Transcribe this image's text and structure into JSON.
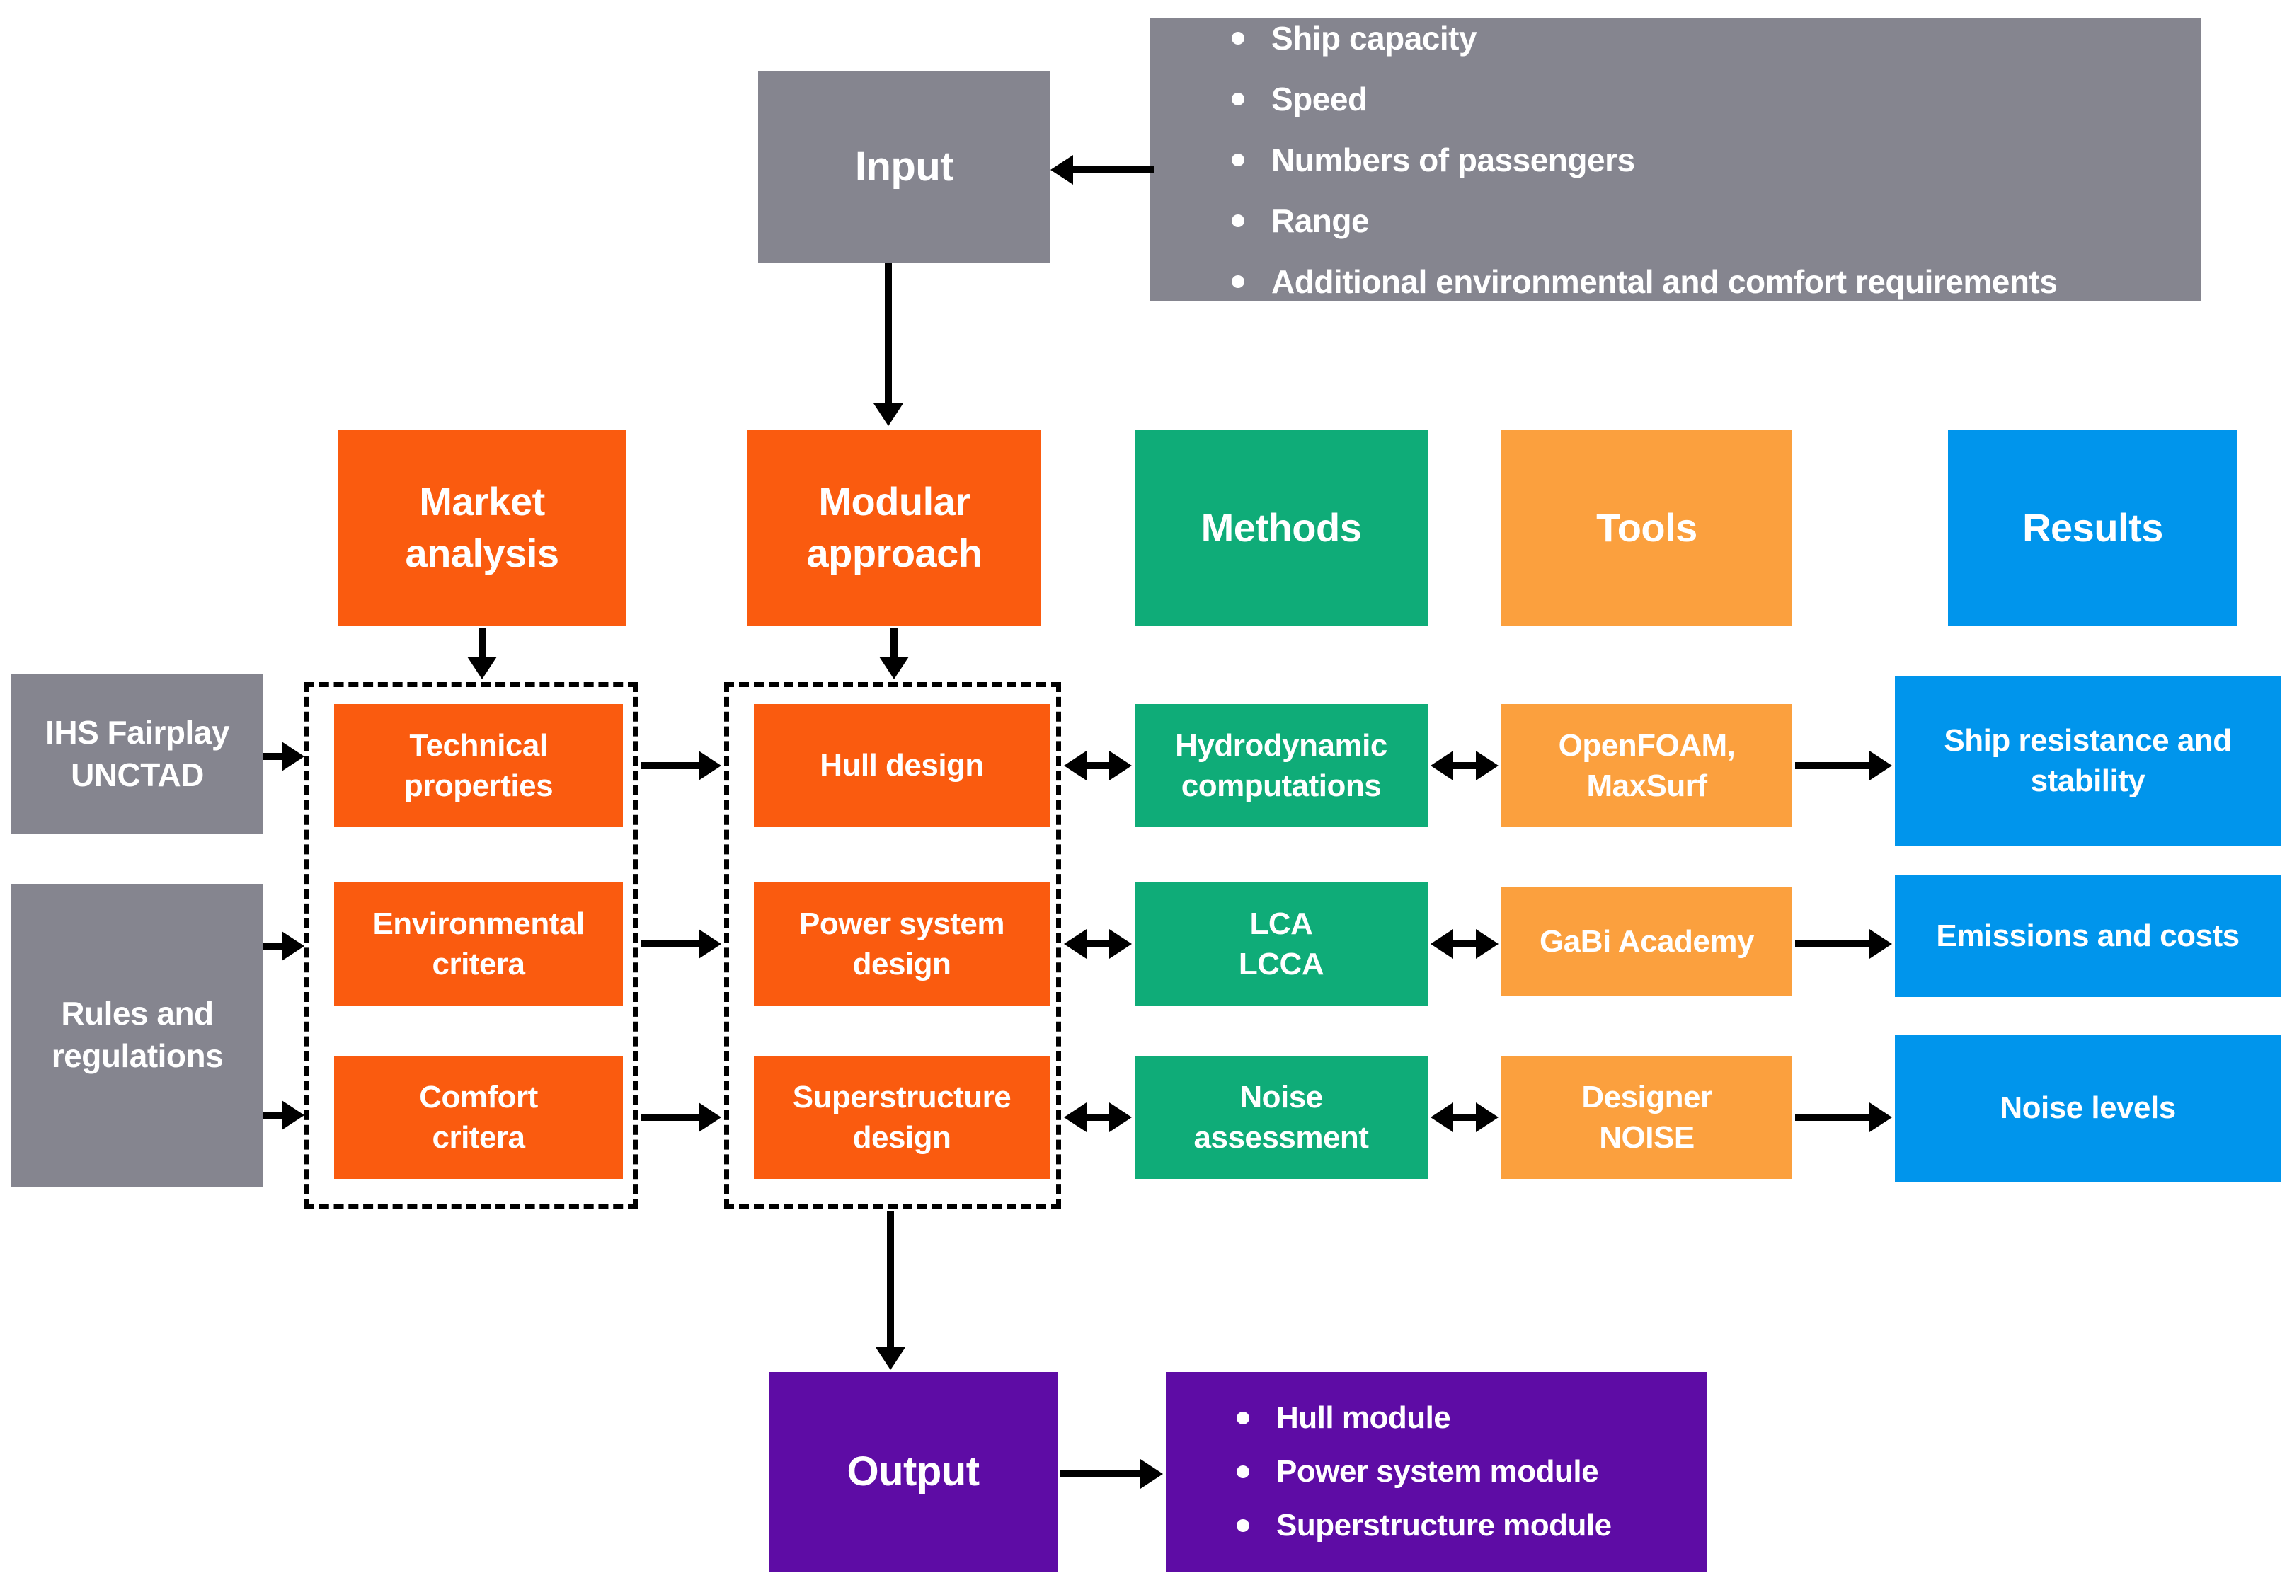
{
  "colors": {
    "gray": "#85858F",
    "orange": "#FA5B0F",
    "lorange": "#FBA03E",
    "green": "#0FAC78",
    "blue": "#0095EC",
    "purple": "#5E0CA5",
    "arrow": "#000000",
    "text": "#FFFFFF"
  },
  "input": {
    "title": "Input",
    "bullets": [
      "Ship capacity",
      "Speed",
      "Numbers of passengers",
      "Range",
      "Additional environmental and comfort requirements"
    ]
  },
  "sources": {
    "market_data": "IHS Fairplay\nUNCTAD",
    "rules": "Rules and\nregulations"
  },
  "headers": {
    "market": "Market\nanalysis",
    "modular": "Modular\napproach",
    "methods": "Methods",
    "tools": "Tools",
    "results": "Results"
  },
  "market": {
    "r1": "Technical\nproperties",
    "r2": "Environmental\ncritera",
    "r3": "Comfort\ncritera"
  },
  "modular": {
    "r1": "Hull design",
    "r2": "Power system\ndesign",
    "r3": "Superstructure\ndesign"
  },
  "methods": {
    "r1": "Hydrodynamic\ncomputations",
    "r2": "LCA\nLCCA",
    "r3": "Noise\nassessment"
  },
  "tools": {
    "r1": "OpenFOAM,\nMaxSurf",
    "r2": "GaBi Academy",
    "r3": "Designer\nNOISE"
  },
  "results": {
    "r1": "Ship resistance and\nstability",
    "r2": "Emissions and costs",
    "r3": "Noise levels"
  },
  "output": {
    "title": "Output",
    "bullets": [
      "Hull module",
      "Power system module",
      "Superstructure module"
    ]
  }
}
